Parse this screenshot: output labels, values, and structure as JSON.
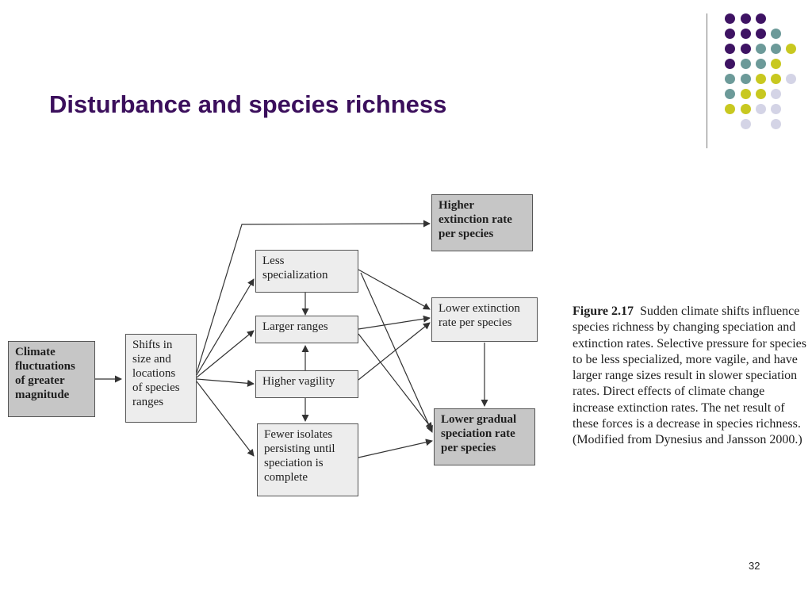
{
  "slide": {
    "title": "Disturbance and species richness",
    "page_number": "32"
  },
  "diagram": {
    "nodes": {
      "climate": "Climate\nfluctuations\nof greater\nmagnitude",
      "shifts": "Shifts in\nsize and\nlocations\nof species\nranges",
      "less_spec": "Less\nspecialization",
      "larger_ranges": "Larger ranges",
      "higher_vagility": "Higher vagility",
      "fewer_isolates": "Fewer isolates\npersisting until\nspeciation is\ncomplete",
      "higher_ext": "Higher\nextinction rate\nper species",
      "lower_ext": "Lower extinction\nrate per species",
      "lower_spec": "Lower gradual\nspeciation rate\nper species"
    },
    "caption_label": "Figure 2.17",
    "caption_text": "Sudden climate shifts influence species richness by changing speciation and extinction rates. Selective pressure for species to be less specialized, more vagile, and have larger range sizes result in slower speciation rates. Direct effects of climate change increase extinction rates. The net result of these forces is a decrease in species richness. (Modified from Dynesius and Jansson 2000.)"
  },
  "decoration": {
    "dot_colors": {
      "purple": "#3e1363",
      "teal": "#6c9a99",
      "yellow": "#c8c820",
      "lavender": "#d4d4e6"
    }
  }
}
